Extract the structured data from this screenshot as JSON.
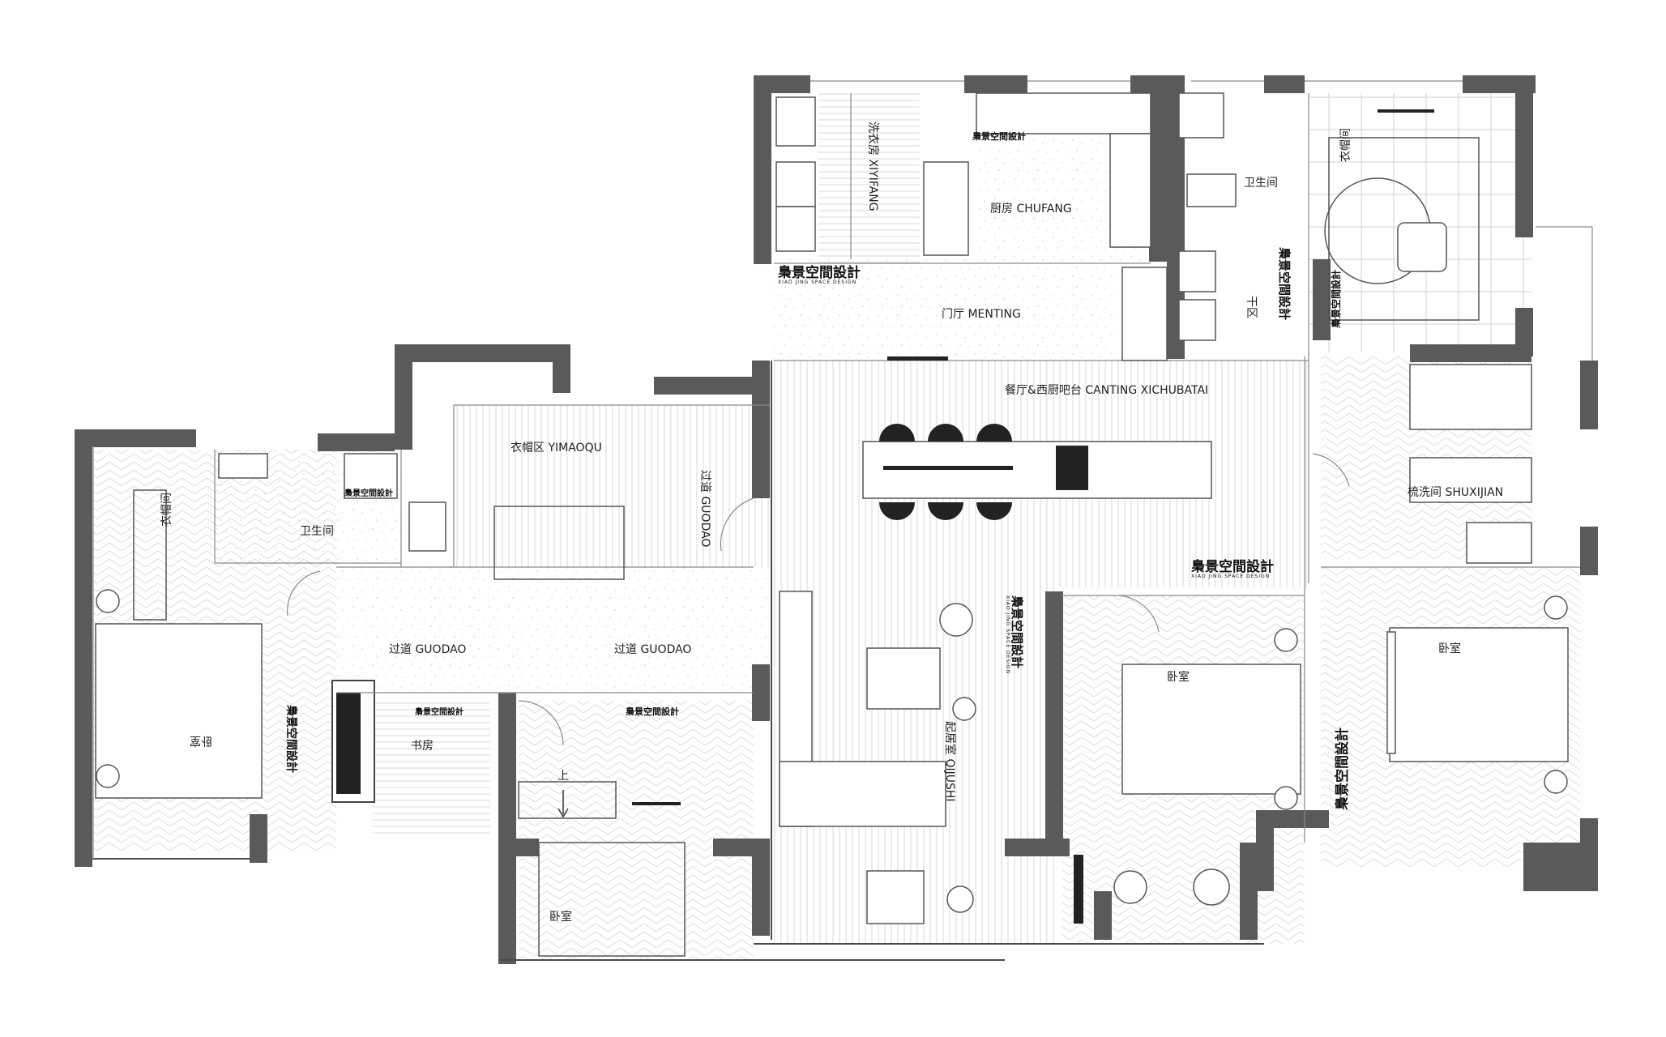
{
  "rooms": {
    "laundry": "洗衣房 XIYIFANG",
    "kitchen": "厨房 CHUFANG",
    "bath_top": "卫生间",
    "dry_zone": "干区",
    "closet_right_top": "衣帽间",
    "foyer": "门厅 MENTING",
    "dining": "餐厅&西厨吧台 CANTING XICHUBATAI",
    "wardrobe_area": "衣帽区 YIMAOQU",
    "corridor_vertical": "过道 GUODAO",
    "corridor_left": "过道 GUODAO",
    "corridor_mid": "过道 GUODAO",
    "closet_left": "衣帽间",
    "bath_left": "卫生间",
    "bedroom_left": "卧室",
    "study": "书房",
    "stair_up": "上",
    "bedroom_bottom": "卧室",
    "living": "起居室 QIJUSHI",
    "bedroom_center": "卧室",
    "vanity": "梳洗间 SHUXIJIAN",
    "bedroom_right": "卧室"
  },
  "brand": {
    "name": "梟景空間設計",
    "sub": "XIAO JING SPACE DESIGN"
  },
  "colors": {
    "wall": "#5a5a5a",
    "background": "#ffffff"
  }
}
